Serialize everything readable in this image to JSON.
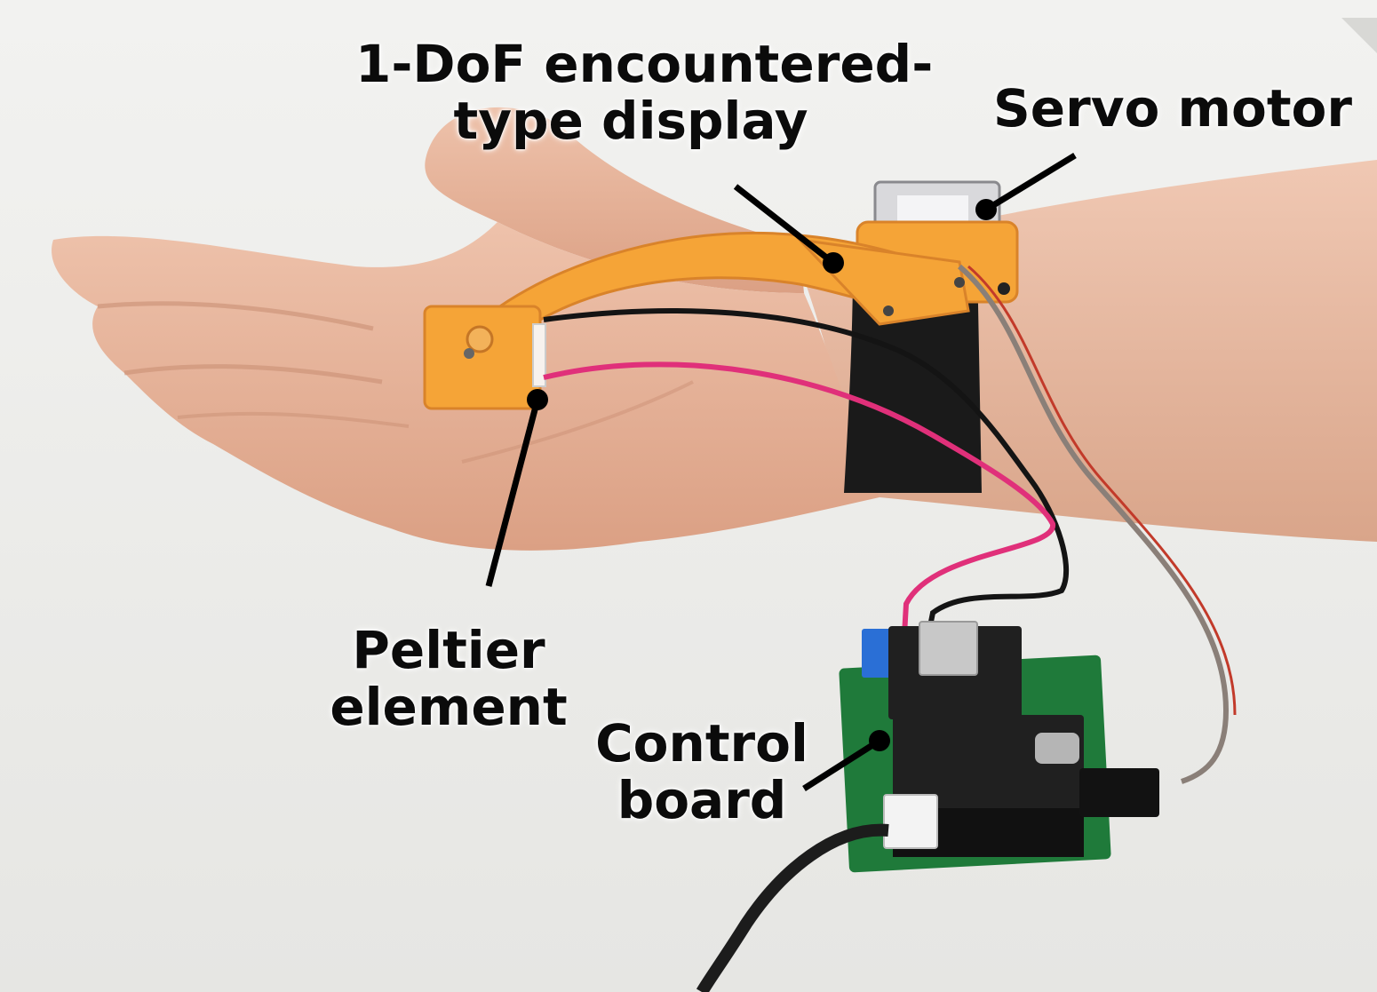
{
  "figure": {
    "labels": {
      "display": {
        "line1": "1-DoF encountered-",
        "line2": "type display"
      },
      "servo": {
        "line1": "Servo motor"
      },
      "peltier": {
        "line1": "Peltier",
        "line2": "element"
      },
      "control": {
        "line1": "Control",
        "line2": "board"
      }
    },
    "colors": {
      "background": "#ececea",
      "skin": "#e9b9a2",
      "skin_shadow": "#d49a80",
      "orange_print": "#f5a437",
      "orange_dark": "#d9832a",
      "strap": "#1a1a1a",
      "wire_pink": "#e0307a",
      "wire_black": "#141414",
      "wire_grey": "#8a7f78",
      "pcb_green": "#1f7a3a",
      "pcb_black": "#202020",
      "terminal_blue": "#2a6fd6",
      "heatsink": "#c8c8c8",
      "label_text": "#0b0b0b",
      "leader_line": "#000000"
    }
  }
}
